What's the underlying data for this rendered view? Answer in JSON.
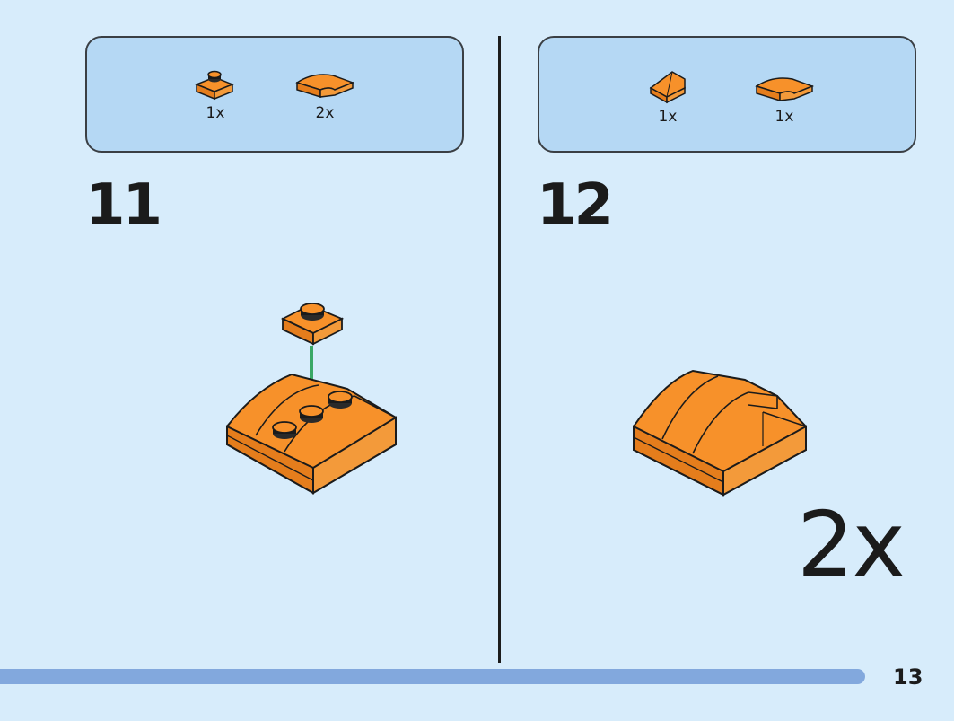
{
  "steps": [
    {
      "number": "11",
      "parts": [
        {
          "icon": "plate-1x1-icon",
          "qty": "1x"
        },
        {
          "icon": "curved-slope-icon",
          "qty": "2x"
        }
      ]
    },
    {
      "number": "12",
      "parts": [
        {
          "icon": "slope-brick-icon",
          "qty": "1x"
        },
        {
          "icon": "curved-slope-icon",
          "qty": "1x"
        }
      ],
      "multiplier": "2x"
    }
  ],
  "page": {
    "number": "13",
    "progress": 0.907
  },
  "colors": {
    "background": "#d7ecfb",
    "parts_box": "#b5d8f4",
    "brick_orange": "#f7912a",
    "arrow_green": "#3aa866",
    "progress_bar": "#82a8dd"
  }
}
